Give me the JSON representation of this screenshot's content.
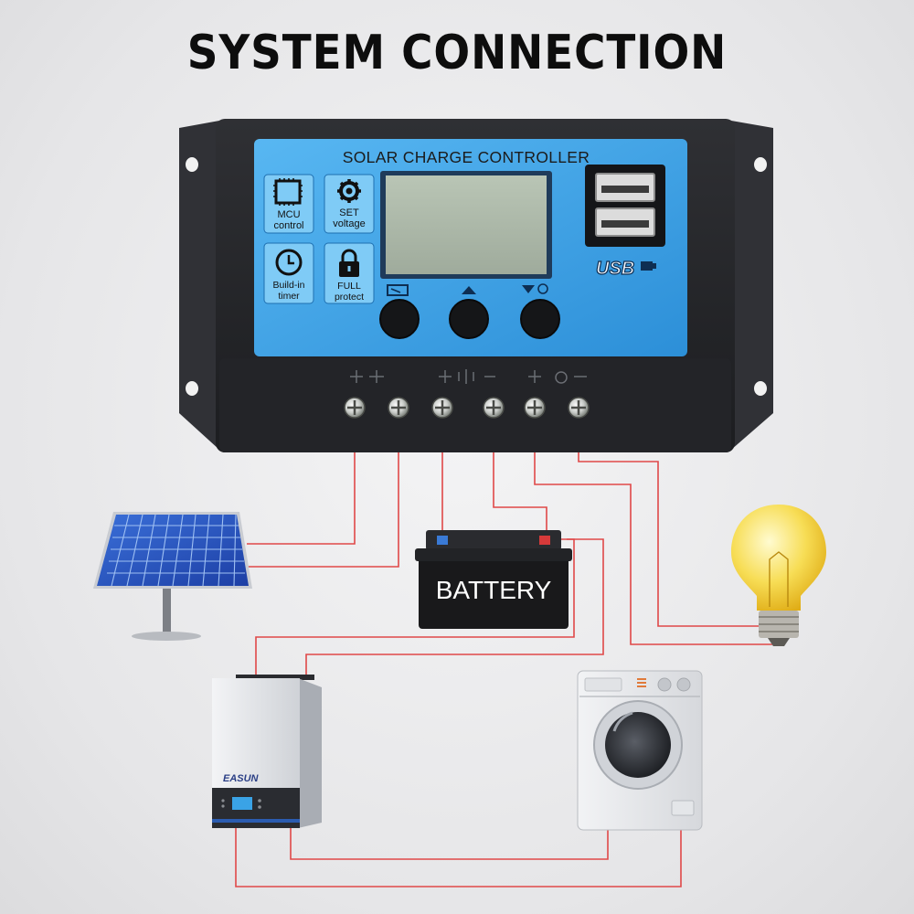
{
  "page": {
    "title": "SYSTEM CONNECTION"
  },
  "controller": {
    "header": "SOLAR CHARGE CONTROLLER",
    "features": [
      {
        "line1": "MCU",
        "line2": "control",
        "icon": "chip-icon"
      },
      {
        "line1": "SET",
        "line2": "voltage",
        "icon": "gear-icon"
      },
      {
        "line1": "Build-in",
        "line2": "timer",
        "icon": "clock-icon"
      },
      {
        "line1": "FULL",
        "line2": "protect",
        "icon": "lock-icon"
      }
    ],
    "usb_label": "USB",
    "buttons": [
      "menu-button",
      "up-button",
      "down-button"
    ],
    "terminals": [
      "solar-positive",
      "solar-negative",
      "battery-positive",
      "battery-negative",
      "load-positive",
      "load-negative"
    ]
  },
  "battery": {
    "label": "BATTERY"
  },
  "inverter": {
    "brand": "EASUN"
  },
  "colors": {
    "wire": "#e04848",
    "panel_blue": "#3fa4e6",
    "controller_body": "#26272b",
    "battery_body": "#1a1a1c"
  }
}
